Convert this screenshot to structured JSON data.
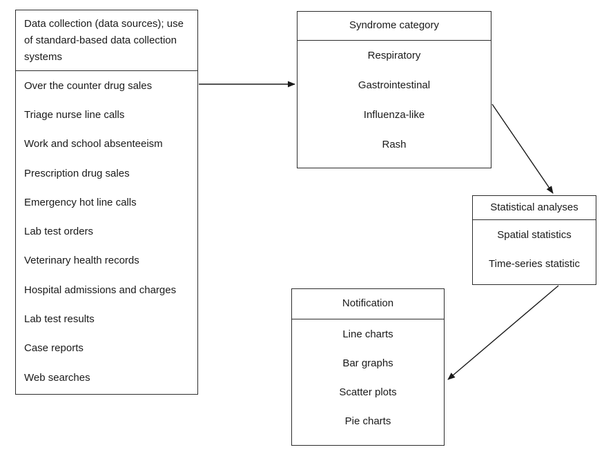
{
  "diagram": {
    "data_collection": {
      "title": "Data collection (data sources); use of standard-based data collection systems",
      "items": [
        "Over the counter drug sales",
        "Triage nurse line calls",
        "Work and school absenteeism",
        "Prescription drug sales",
        "Emergency hot line calls",
        "Lab test orders",
        "Veterinary health records",
        "Hospital admissions and charges",
        "Lab test results",
        "Case reports",
        "Web searches"
      ]
    },
    "syndrome_category": {
      "title": "Syndrome category",
      "items": [
        "Respiratory",
        "Gastrointestinal",
        "Influenza-like",
        "Rash"
      ]
    },
    "statistical_analyses": {
      "title": "Statistical analyses",
      "items": [
        "Spatial statistics",
        "Time-series statistic"
      ]
    },
    "notification": {
      "title": "Notification",
      "items": [
        "Line charts",
        "Bar graphs",
        "Scatter plots",
        "Pie charts"
      ]
    }
  }
}
